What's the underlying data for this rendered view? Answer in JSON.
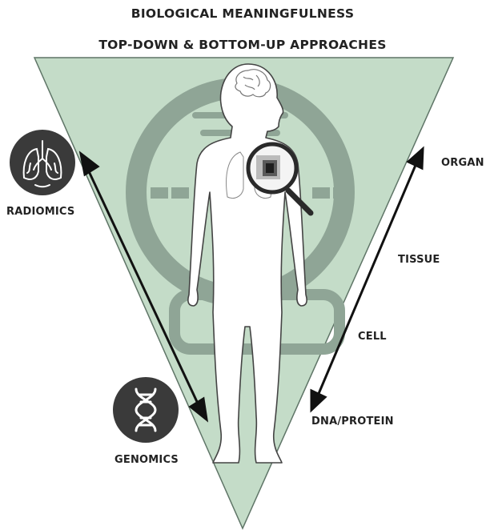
{
  "title": "BIOLOGICAL MEANINGFULNESS",
  "subtitle": "TOP-DOWN & BOTTOM-UP APPROACHES",
  "left_axis": {
    "top_label": "RADIOMICS",
    "bottom_label": "GENOMICS"
  },
  "right_axis": {
    "levels": [
      "ORGAN",
      "TISSUE",
      "CELL",
      "DNA/PROTEIN"
    ]
  },
  "colors": {
    "triangle": "#c4dcc8",
    "scanner": "#8fa596",
    "text": "#222222",
    "icon_bg": "#3a3a3a",
    "arrow": "#111111"
  },
  "icons": {
    "left_top": "lungs-icon",
    "left_bottom": "dna-helix-icon",
    "magnifier": "magnifying-glass-icon"
  }
}
